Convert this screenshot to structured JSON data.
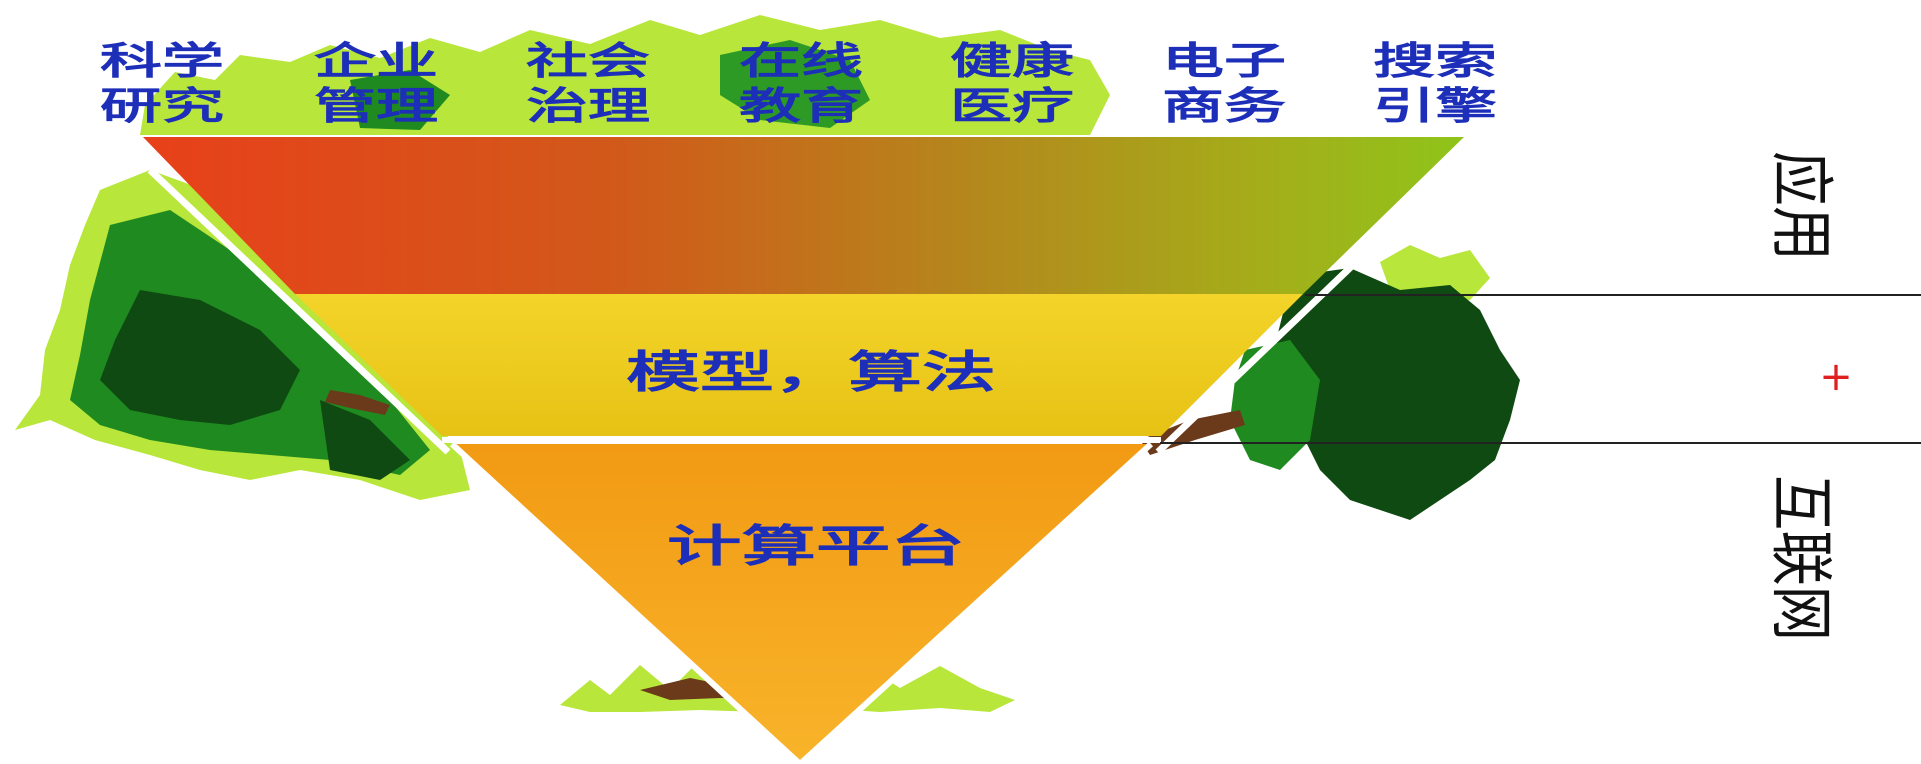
{
  "categories": [
    {
      "line1": "科学",
      "line2": "研究"
    },
    {
      "line1": "企业",
      "line2": "管理"
    },
    {
      "line1": "社会",
      "line2": "治理"
    },
    {
      "line1": "在线",
      "line2": "教育"
    },
    {
      "line1": "健康",
      "line2": "医疗"
    },
    {
      "line1": "电子",
      "line2": "商务"
    },
    {
      "line1": "搜索",
      "line2": "引擎"
    }
  ],
  "layers": {
    "model_algorithm": "模型，算法",
    "compute_platform": "计算平台"
  },
  "side_labels": {
    "application": "应用",
    "plus": "+",
    "internet": "互联网"
  },
  "colors": {
    "label_blue": "#1d2fb8",
    "plus_red": "#e02020",
    "top_band_start": "#e8401a",
    "top_band_end": "#8fc41a",
    "middle_band": "#f2cf1c",
    "bottom_band": "#f5a31a",
    "foliage_dark": "#0f4a12",
    "foliage_mid": "#1f8a1f",
    "foliage_light": "#b8e63a"
  },
  "icons": [
    "tree-illustration"
  ]
}
